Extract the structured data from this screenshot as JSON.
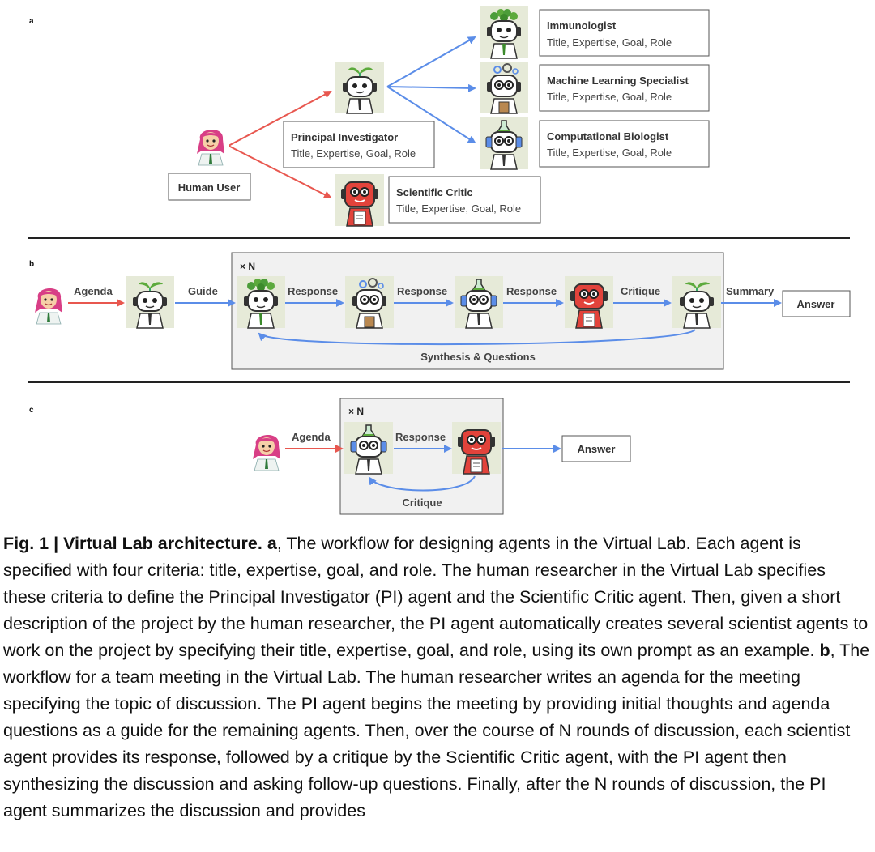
{
  "panels": {
    "a": "a",
    "b": "b",
    "c": "c"
  },
  "panel_a": {
    "human_user": "Human User",
    "pi_title": "Principal Investigator",
    "critic_title": "Scientific Critic",
    "immunologist_title": "Immunologist",
    "ml_title": "Machine Learning Specialist",
    "comp_bio_title": "Computational Biologist",
    "criteria": "Title, Expertise, Goal, Role"
  },
  "panel_b": {
    "repeat": "× N",
    "agenda": "Agenda",
    "guide": "Guide",
    "response_1": "Response",
    "response_2": "Response",
    "response_3": "Response",
    "critique": "Critique",
    "summary": "Summary",
    "answer": "Answer",
    "synthesis": "Synthesis & Questions"
  },
  "panel_c": {
    "repeat": "× N",
    "agenda": "Agenda",
    "response": "Response",
    "answer": "Answer",
    "critique": "Critique"
  },
  "colors": {
    "red_arrow": "#e8574f",
    "blue_arrow": "#5b8de8",
    "icon_bg": "#e6ead8",
    "box_border": "#555555",
    "loop_bg": "#f1f1f1"
  },
  "icons": [
    "human-user-icon",
    "pi-robot-icon",
    "immunologist-robot-icon",
    "ml-specialist-robot-icon",
    "computational-biologist-robot-icon",
    "scientific-critic-robot-icon"
  ],
  "caption": {
    "fig_label": "Fig. 1 | Virtual Lab architecture.",
    "a_label": "a",
    "a_text": ", The workflow for designing agents in the Virtual Lab. Each agent is specified with four criteria: title, expertise, goal, and role. The human researcher in the Virtual Lab specifies these criteria to define the Principal Investigator (PI) agent and the Scientific Critic agent. Then, given a short description of the project by the human researcher, the PI agent automatically creates several scientist agents to work on the project by specifying their title, expertise, goal, and role, using its own prompt as an example.",
    "b_label": "b",
    "b_text": ", The workflow for a team meeting in the Virtual Lab. The human researcher writes an agenda for the meeting specifying the topic of discussion. The PI agent begins the meeting by providing initial thoughts and agenda questions as a guide for the remaining agents. Then, over the course of N rounds of discussion, each scientist agent provides its response, followed by a critique by the Scientific Critic agent, with the PI agent then synthesizing the discussion and asking follow-up questions. Finally, after the N rounds of discussion, the PI agent summarizes the discussion and provides"
  }
}
